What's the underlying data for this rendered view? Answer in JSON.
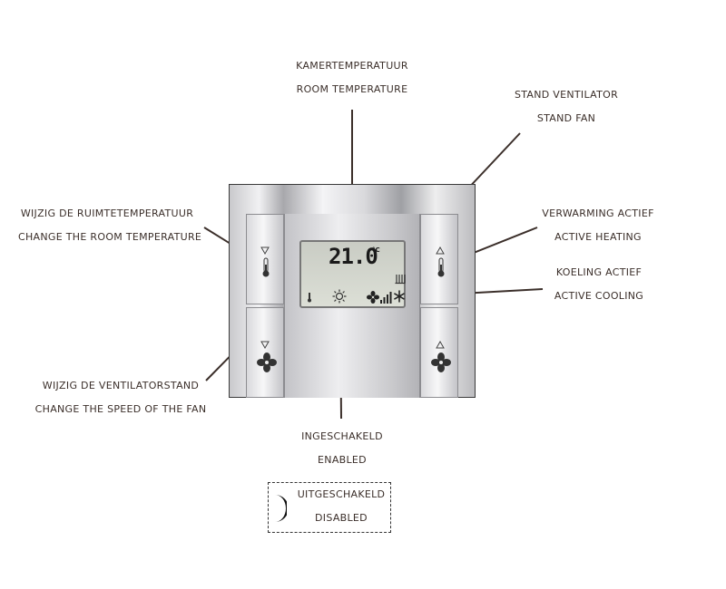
{
  "labels": {
    "room_temp": {
      "nl": "KAMERTEMPERATUUR",
      "en": "ROOM TEMPERATURE"
    },
    "stand_fan": {
      "nl": "STAND VENTILATOR",
      "en": "STAND FAN"
    },
    "change_room_temp": {
      "nl": "WIJZIG DE RUIMTETEMPERATUUR",
      "en": "CHANGE THE ROOM TEMPERATURE"
    },
    "active_heating": {
      "nl": "VERWARMING ACTIEF",
      "en": "ACTIVE HEATING"
    },
    "active_cooling": {
      "nl": "KOELING ACTIEF",
      "en": "ACTIVE COOLING"
    },
    "change_fan_speed": {
      "nl": "WIJZIG DE VENTILATORSTAND",
      "en": "CHANGE THE SPEED OF THE FAN"
    },
    "enabled": {
      "nl": "INGESCHAKELD",
      "en": "ENABLED"
    },
    "disabled": {
      "nl": "UITGESCHAKELD",
      "en": "DISABLED"
    }
  },
  "display": {
    "temperature": "21.0",
    "unit": "°C"
  },
  "icons": {
    "thermometer": "thermometer-icon",
    "fan": "fan-icon",
    "sun": "sun-icon",
    "heating": "heating-icon",
    "snowflake": "snowflake-icon",
    "moon": "moon-icon",
    "arrow_down": "arrow-down-icon",
    "arrow_up": "arrow-up-icon"
  }
}
